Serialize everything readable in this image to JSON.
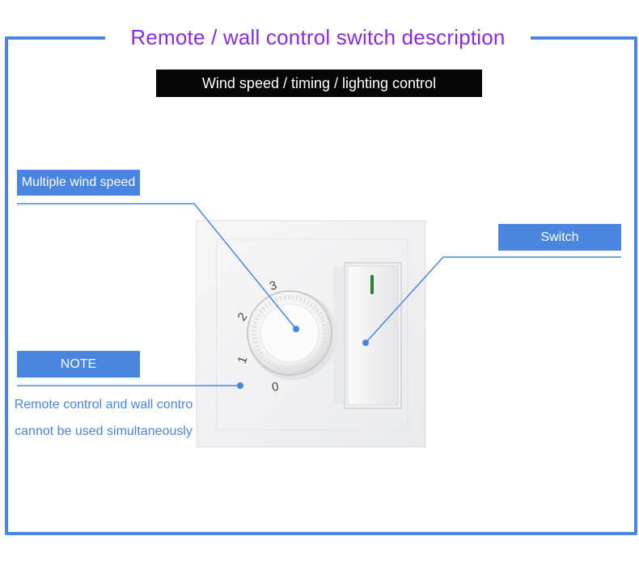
{
  "header": {
    "title": "Remote / wall control switch description",
    "subtitle": "Wind speed / timing / lighting control"
  },
  "labels": {
    "wind_speed": "Multiple wind speed",
    "switch": "Switch",
    "note": "NOTE"
  },
  "note": {
    "line1": "Remote control and wall contro",
    "line2": "cannot be used simultaneously"
  },
  "dial": {
    "marks": [
      "0",
      "1",
      "2",
      "3"
    ]
  },
  "colors": {
    "accent": "#4a86e0",
    "title": "#8a2be2",
    "subtitle_bg": "#050505"
  }
}
